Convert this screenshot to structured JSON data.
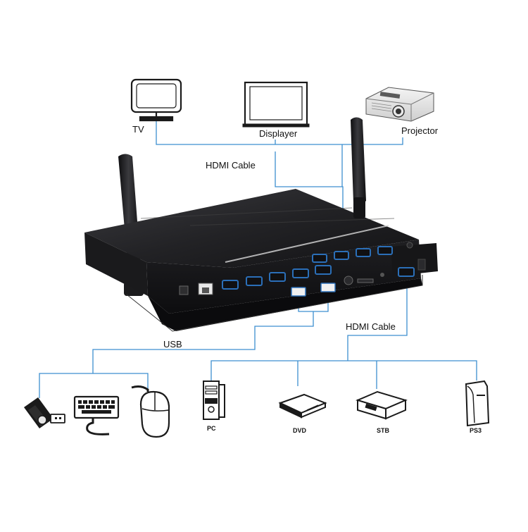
{
  "labels": {
    "tv": "TV",
    "displayer": "Displayer",
    "projector": "Projector",
    "hdmi_cable_top": "HDMI Cable",
    "hdmi_cable_bottom": "HDMI Cable",
    "usb": "USB",
    "pc": "PC",
    "dvd": "DVD",
    "stb": "STB",
    "ps3": "PS3"
  },
  "colors": {
    "connector_line": "#3d8fd0",
    "device_body": "#1c1c1e",
    "device_top": "#2a2a2d",
    "port": "#2b6fb8",
    "outline_icon": "#1a1a1a"
  },
  "icons": {
    "tv": "tv-icon",
    "displayer": "monitor-icon",
    "projector": "projector-icon",
    "usb_drive": "usb-drive-icon",
    "keyboard": "keyboard-icon",
    "mouse": "mouse-icon",
    "pc": "pc-tower-icon",
    "dvd": "dvd-player-icon",
    "stb": "set-top-box-icon",
    "ps3": "ps3-console-icon",
    "device": "hdmi-matrix-switch-device"
  }
}
